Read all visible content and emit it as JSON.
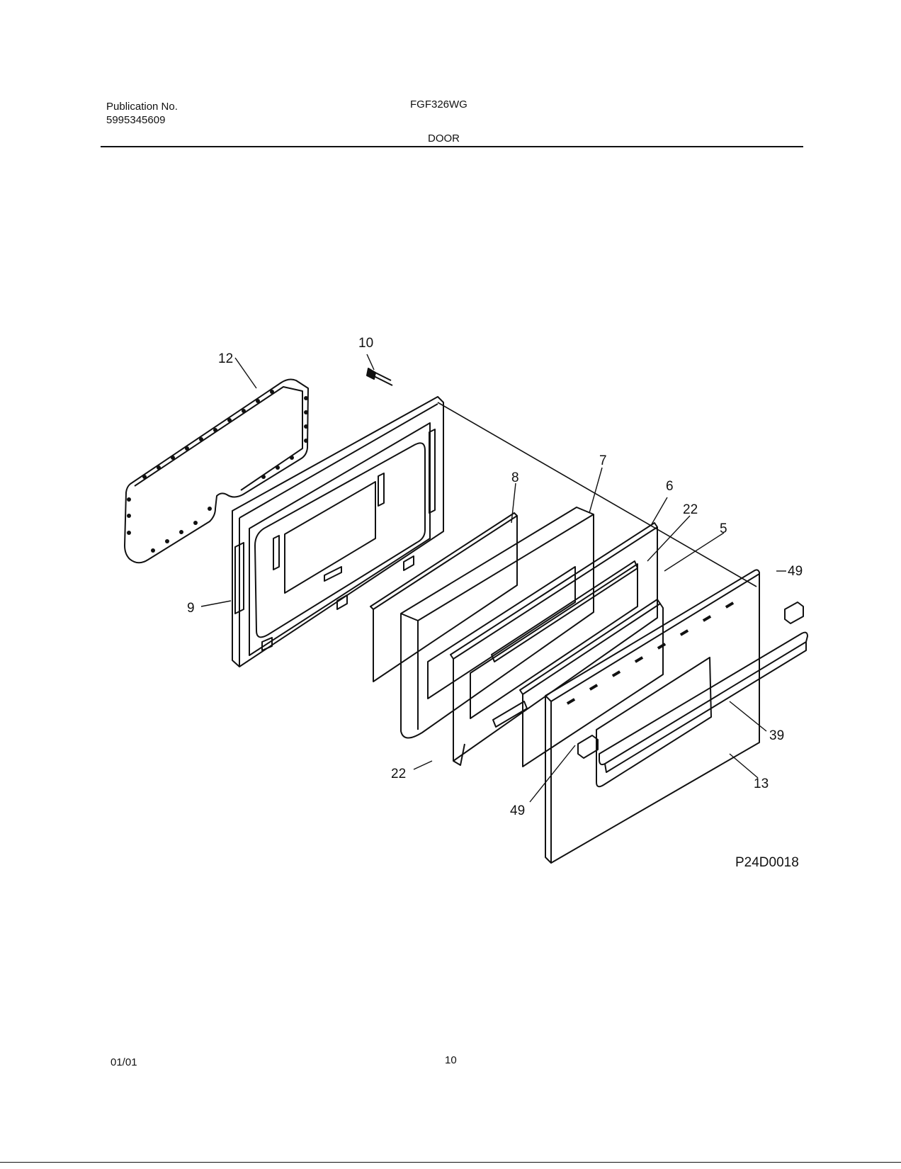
{
  "header": {
    "publication_label": "Publication No.",
    "publication_number": "5995345609",
    "model": "FGF326WG",
    "section_title": "DOOR"
  },
  "diagram": {
    "callouts": {
      "gasket": "12",
      "screw": "10",
      "inner_door": "9",
      "insulation": "8",
      "baffle": "7",
      "window_pack_6": "6",
      "clip_top": "22",
      "clip_bottom": "22",
      "glass": "5",
      "end_cap_right": "49",
      "end_cap_left": "49",
      "handle": "39",
      "outer_panel": "13"
    },
    "figure_id": "P24D0018"
  },
  "footer": {
    "date": "01/01",
    "page": "10"
  }
}
